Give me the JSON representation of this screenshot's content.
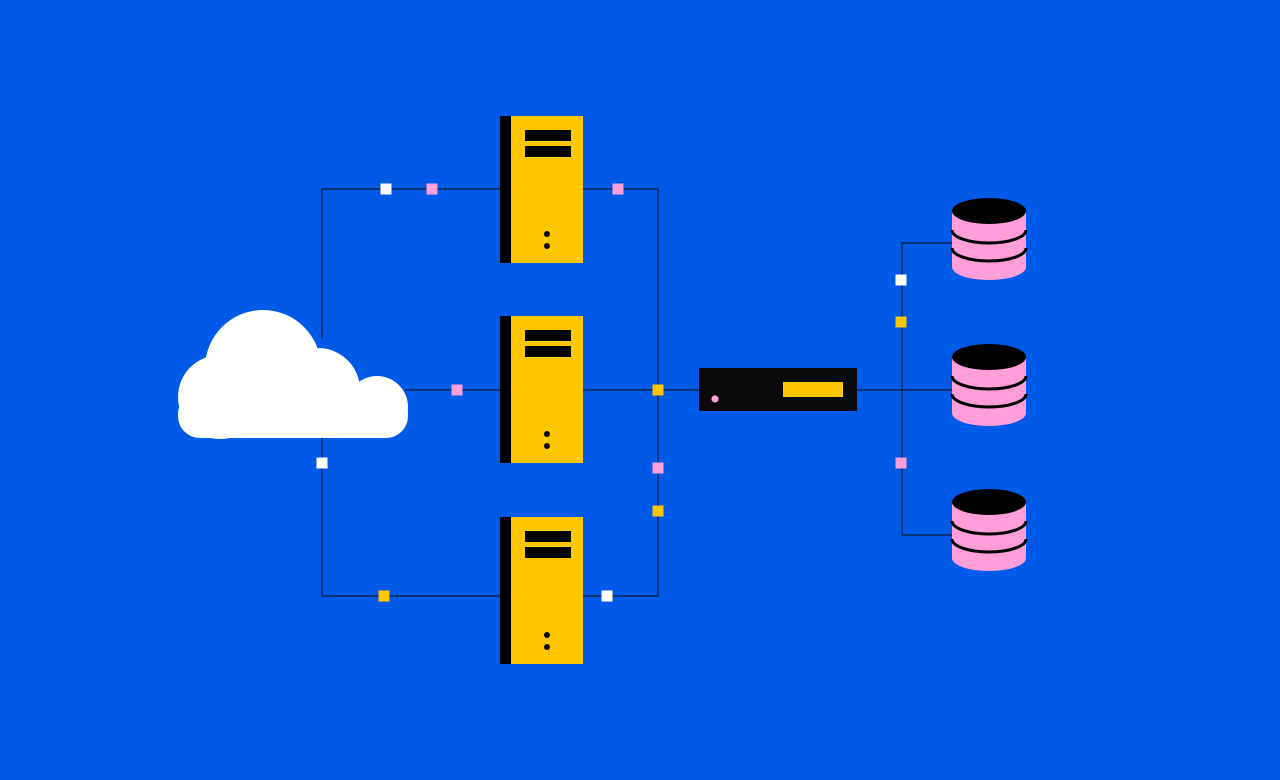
{
  "colors": {
    "background": "#005AE8",
    "line": "#0F1A33",
    "cloud": "#FFFFFF",
    "server_body": "#FFC700",
    "server_side": "#000000",
    "server_detail": "#000000",
    "router_body": "#0A0A0A",
    "router_display": "#FFC700",
    "router_led": "#FF9ED8",
    "db_body": "#FF9ED8",
    "db_top": "#000000",
    "marker_white": "#FFFFFF",
    "marker_pink": "#FF9ED8",
    "marker_yellow": "#FFC700"
  },
  "nodes": {
    "cloud": {
      "icon": "cloud-icon"
    },
    "servers": [
      {
        "icon": "server-icon"
      },
      {
        "icon": "server-icon"
      },
      {
        "icon": "server-icon"
      }
    ],
    "router": {
      "icon": "network-switch-icon"
    },
    "databases": [
      {
        "icon": "database-icon"
      },
      {
        "icon": "database-icon"
      },
      {
        "icon": "database-icon"
      }
    ]
  },
  "markers": [
    {
      "color": "marker_white"
    },
    {
      "color": "marker_pink"
    },
    {
      "color": "marker_pink"
    },
    {
      "color": "marker_pink"
    },
    {
      "color": "marker_yellow"
    },
    {
      "color": "marker_white"
    },
    {
      "color": "marker_pink"
    },
    {
      "color": "marker_yellow"
    },
    {
      "color": "marker_yellow"
    },
    {
      "color": "marker_white"
    },
    {
      "color": "marker_white"
    },
    {
      "color": "marker_yellow"
    },
    {
      "color": "marker_pink"
    }
  ]
}
